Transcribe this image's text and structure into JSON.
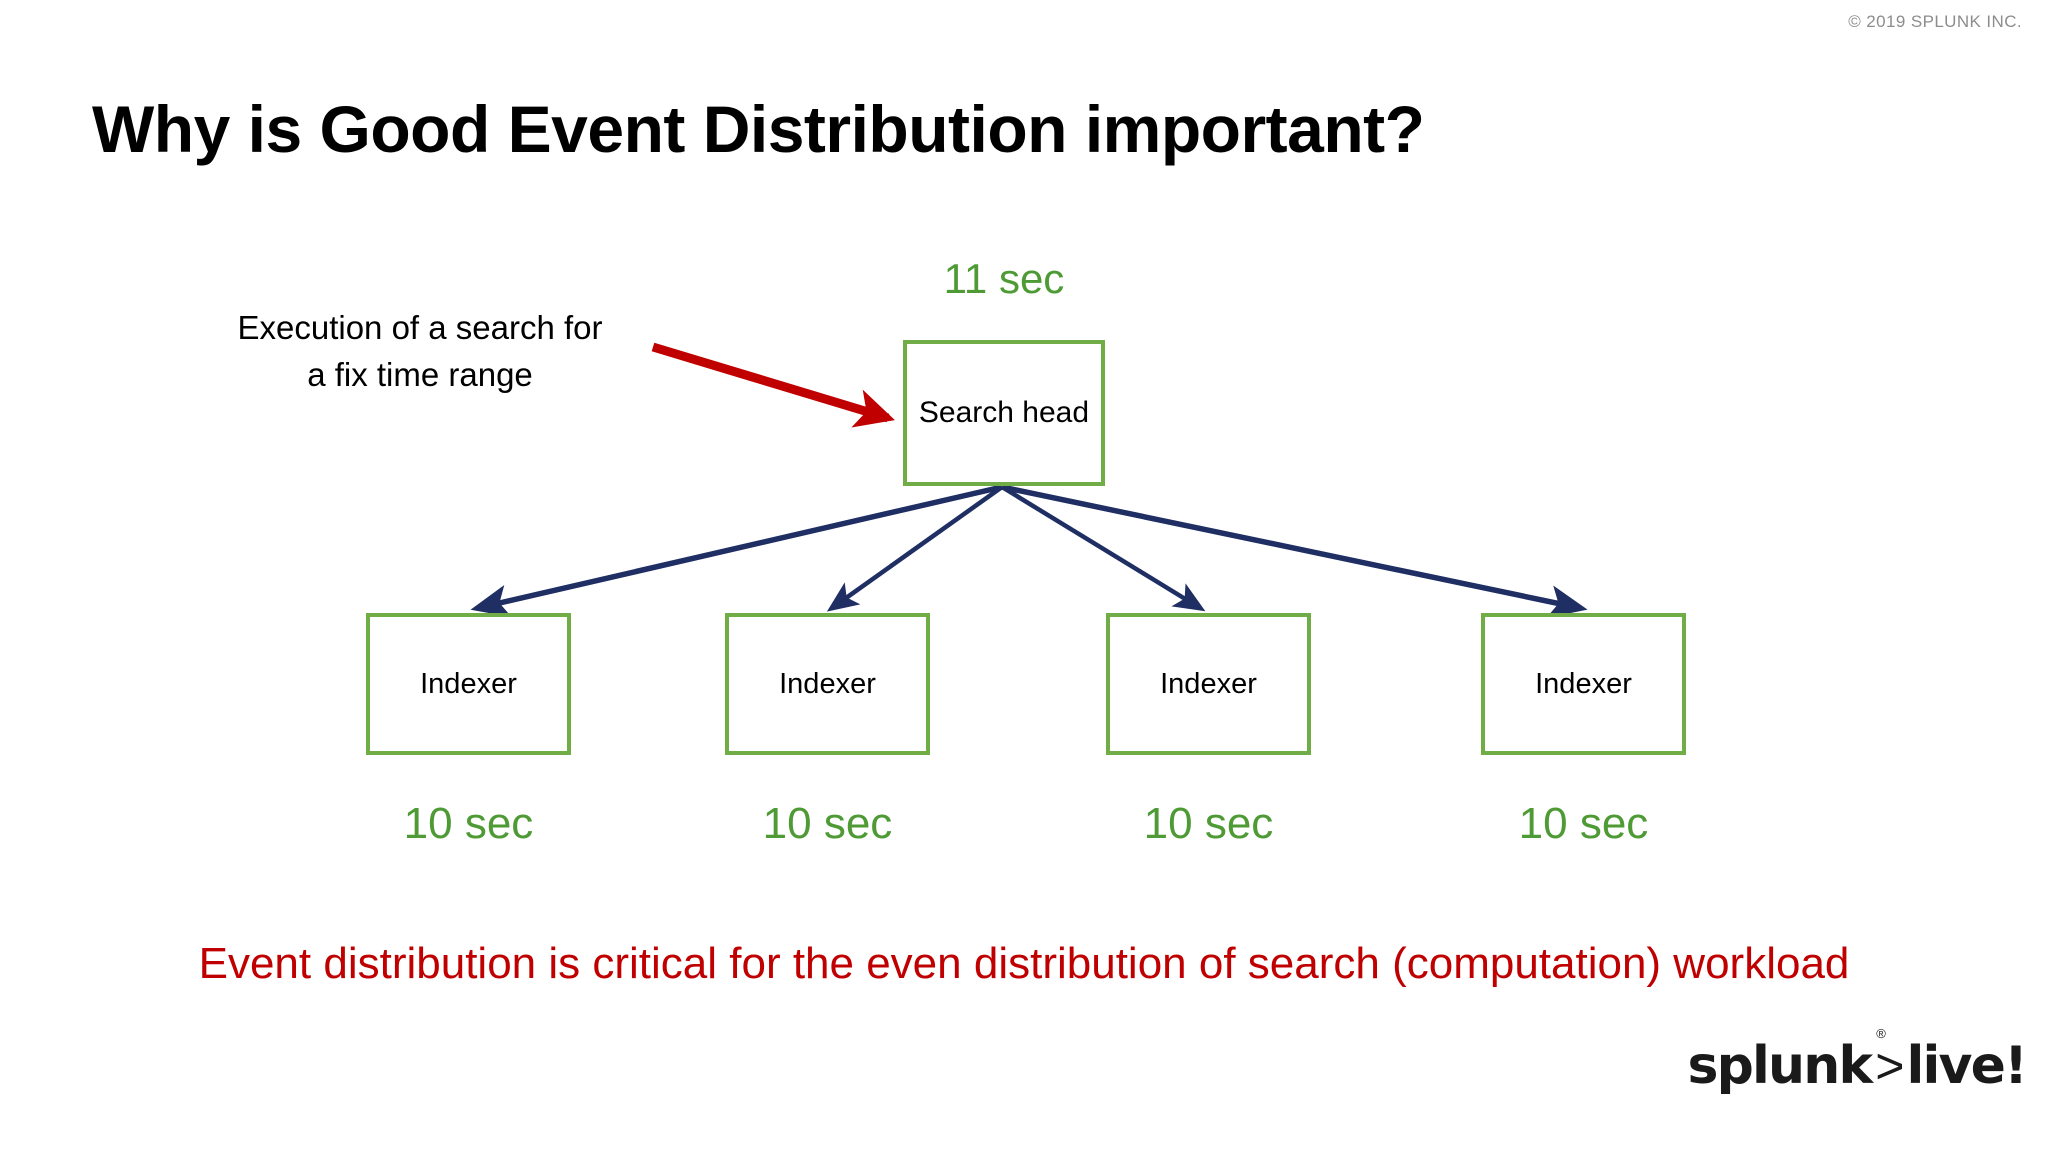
{
  "slide": {
    "copyright": "© 2019 SPLUNK INC.",
    "title": "Why is Good Event Distribution important?",
    "conclusion": "Event distribution is critical for the even distribution of search (computation) workload"
  },
  "annotation": {
    "line1": "Execution of a search for",
    "line2": "a fix time range"
  },
  "diagram": {
    "search_head": {
      "label": "Search head",
      "time": "11 sec"
    },
    "indexers": [
      {
        "label": "Indexer",
        "time": "10 sec"
      },
      {
        "label": "Indexer",
        "time": "10 sec"
      },
      {
        "label": "Indexer",
        "time": "10 sec"
      },
      {
        "label": "Indexer",
        "time": "10 sec"
      }
    ]
  },
  "logo": {
    "word1": "splunk",
    "chevron": ">",
    "registered": "®",
    "word2": "live!"
  },
  "colors": {
    "node_border_green": "#70AD47",
    "time_text_green": "#4E9A35",
    "conclusion_red": "#C00000",
    "annotation_arrow_red": "#C00000",
    "flow_arrow_navy": "#1F2E63",
    "copyright_gray": "#8D8D8D",
    "background": "#FFFFFF"
  }
}
